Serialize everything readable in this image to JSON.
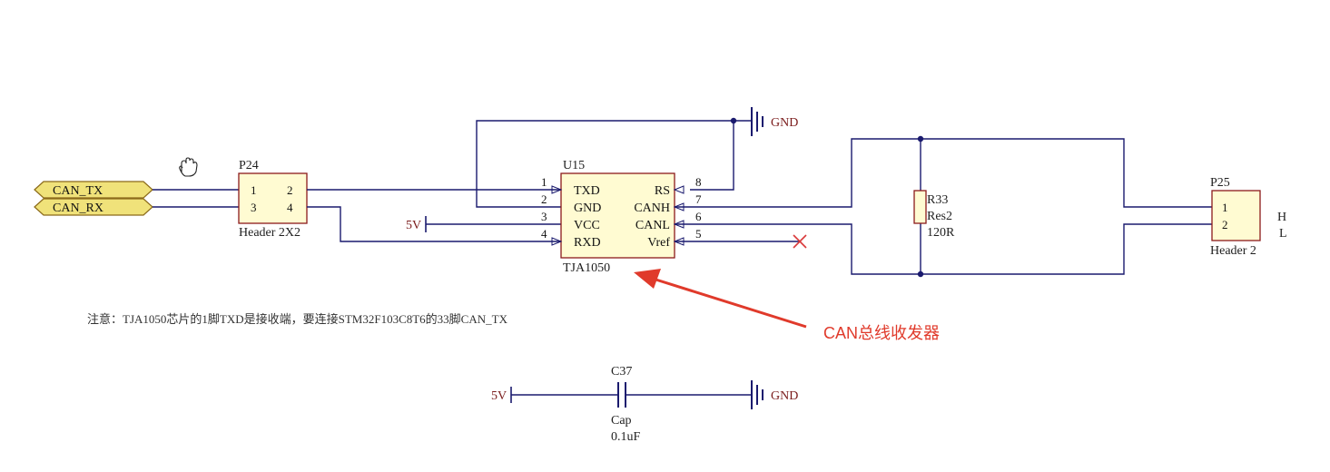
{
  "net_ports": {
    "can_tx": "CAN_TX",
    "can_rx": "CAN_RX"
  },
  "p24": {
    "designator": "P24",
    "comment": "Header 2X2",
    "pins": [
      "1",
      "2",
      "3",
      "4"
    ]
  },
  "u15": {
    "designator": "U15",
    "comment": "TJA1050",
    "left_pins": [
      {
        "num": "1",
        "name": "TXD"
      },
      {
        "num": "2",
        "name": "GND"
      },
      {
        "num": "3",
        "name": "VCC"
      },
      {
        "num": "4",
        "name": "RXD"
      }
    ],
    "right_pins": [
      {
        "num": "8",
        "name": "RS"
      },
      {
        "num": "7",
        "name": "CANH"
      },
      {
        "num": "6",
        "name": "CANL"
      },
      {
        "num": "5",
        "name": "Vref"
      }
    ]
  },
  "power": {
    "gnd_top": "GND",
    "vcc_left": "5V",
    "vcc_cap": "5V",
    "gnd_cap": "GND"
  },
  "r33": {
    "designator": "R33",
    "comment": "Res2",
    "value": "120R"
  },
  "p25": {
    "designator": "P25",
    "comment": "Header 2",
    "pins": [
      "1",
      "2"
    ],
    "net_labels": [
      "H",
      "L"
    ]
  },
  "c37": {
    "designator": "C37",
    "comment": "Cap",
    "value": "0.1uF"
  },
  "note": "注意：TJA1050芯片的1脚TXD是接收端，要连接STM32F103C8T6的33脚CAN_TX",
  "annotation": "CAN总线收发器",
  "colors": {
    "wire": "#1a1a6e",
    "component_fill": "#fffbd2",
    "component_border": "#8b1a1a",
    "port_fill": "#f0e27a",
    "annotation": "#e03a2b",
    "no_connect": "#d9383a"
  }
}
